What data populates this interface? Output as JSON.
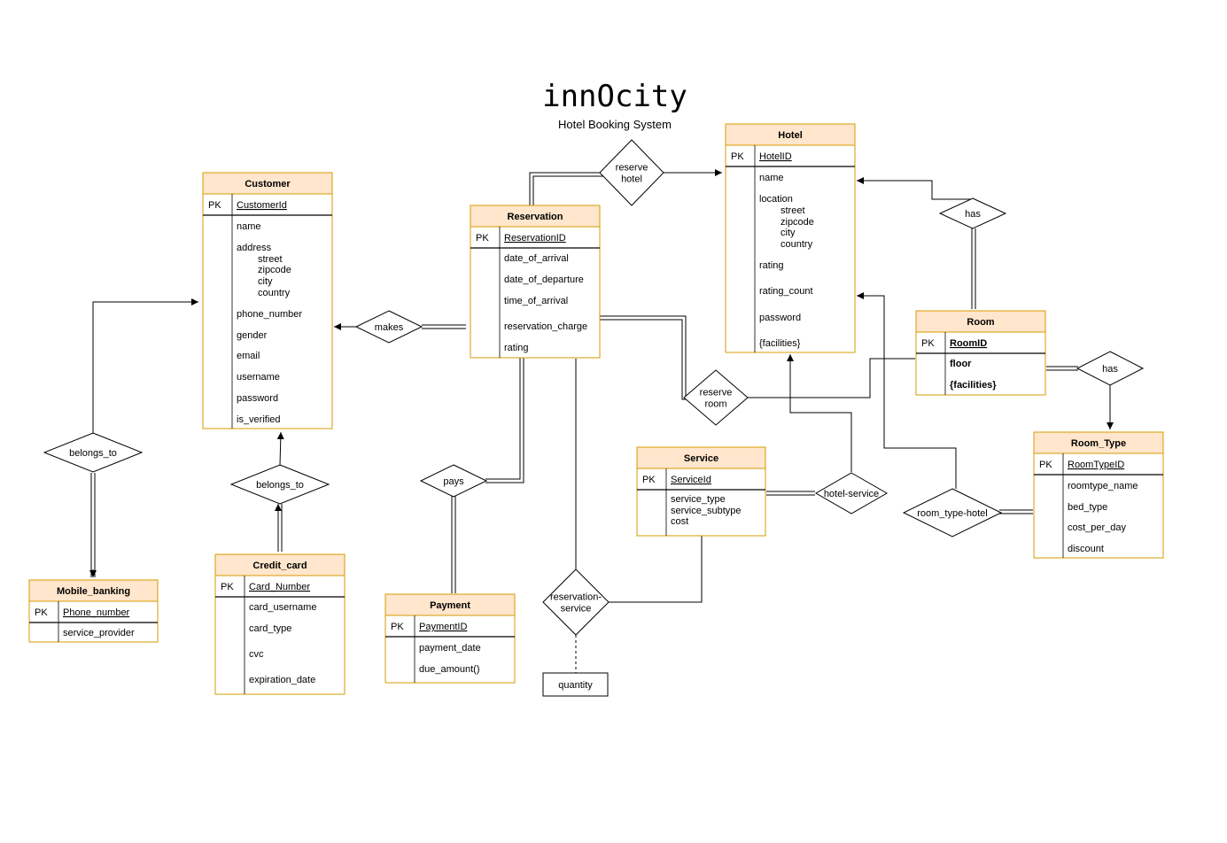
{
  "header": {
    "title": "innOcity",
    "subtitle": "Hotel Booking System"
  },
  "entities": {
    "customer": {
      "title": "Customer",
      "pk_label": "PK",
      "pk": "CustomerId",
      "attrs": [
        "name",
        "address",
        "street",
        "zipcode",
        "city",
        "country",
        "phone_number",
        "gender",
        "email",
        "username",
        "password",
        "is_verified"
      ]
    },
    "reservation": {
      "title": "Reservation",
      "pk_label": "PK",
      "pk": "ReservationID",
      "attrs": [
        "date_of_arrival",
        "date_of_departure",
        "time_of_arrival",
        "reservation_charge",
        "rating"
      ]
    },
    "hotel": {
      "title": "Hotel",
      "pk_label": "PK",
      "pk": "HotelID",
      "attrs": [
        "name",
        "location",
        "street",
        "zipcode",
        "city",
        "country",
        "rating",
        "rating_count",
        "password",
        "{facilities}"
      ]
    },
    "room": {
      "title": "Room",
      "pk_label": "PK",
      "pk": "RoomID",
      "attrs": [
        "floor",
        "{facilities}"
      ]
    },
    "room_type": {
      "title": "Room_Type",
      "pk_label": "PK",
      "pk": "RoomTypeID",
      "attrs": [
        "roomtype_name",
        "bed_type",
        "cost_per_day",
        "discount"
      ]
    },
    "service": {
      "title": "Service",
      "pk_label": "PK",
      "pk": "ServiceId",
      "attrs": [
        "service_type",
        "service_subtype",
        "cost"
      ]
    },
    "credit_card": {
      "title": "Credit_card",
      "pk_label": "PK",
      "pk": "Card_Number",
      "attrs": [
        "card_username",
        "card_type",
        "cvc",
        "expiration_date"
      ]
    },
    "payment": {
      "title": "Payment",
      "pk_label": "PK",
      "pk": "PaymentID",
      "attrs": [
        "payment_date",
        "due_amount()"
      ]
    },
    "mobile_banking": {
      "title": "Mobile_banking",
      "pk_label": "PK",
      "pk": "Phone_number",
      "attrs": [
        "service_provider"
      ]
    }
  },
  "relationships": {
    "reserve_hotel": [
      "reserve",
      "hotel"
    ],
    "makes": [
      "makes"
    ],
    "pays": [
      "pays"
    ],
    "belongs_to_card": [
      "belongs_to"
    ],
    "belongs_to_mobile": [
      "belongs_to"
    ],
    "reserve_room": [
      "reserve",
      "room"
    ],
    "has_room": [
      "has"
    ],
    "has_type": [
      "has"
    ],
    "hotel_service": [
      "hotel-service"
    ],
    "room_type_hotel": [
      "room_type-hotel"
    ],
    "reservation_service": [
      "reservation-",
      "service"
    ]
  },
  "attribute_box": {
    "quantity": "quantity"
  },
  "colors": {
    "entity_header": "#ffe6cc",
    "entity_border": "#d79b00",
    "line": "#000000"
  }
}
